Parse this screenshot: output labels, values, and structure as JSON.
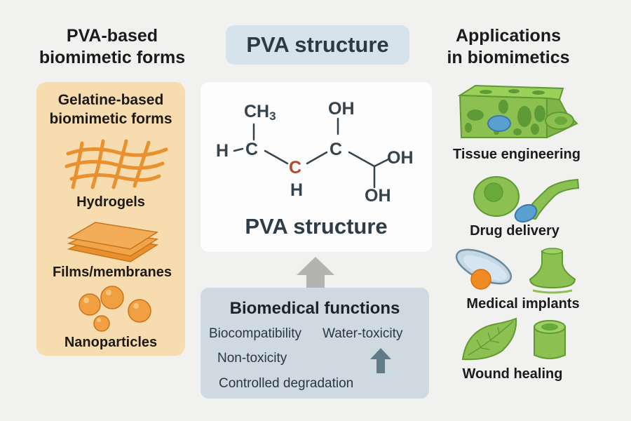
{
  "left_column": {
    "heading_line1": "PVA-based",
    "heading_line2": "biomimetic forms",
    "panel_title_line1": "Gelatine-based",
    "panel_title_line2": "biomimetic forms",
    "forms": [
      {
        "label": "Hydrogels",
        "icon": "mesh-icon"
      },
      {
        "label": "Films/membranes",
        "icon": "stacked-films-icon"
      },
      {
        "label": "Nanoparticles",
        "icon": "spheres-icon"
      }
    ],
    "accent_color": "#f0a040"
  },
  "center_column": {
    "title": "PVA structure",
    "structure_caption": "PVA structure",
    "atoms": {
      "ch3": "CH",
      "ch3_sub": "3",
      "h_left": "H",
      "c1": "C",
      "c_center": "C",
      "h_bottom": "H",
      "c2": "C",
      "oh_top": "OH",
      "oh_right": "OH",
      "oh_bottom": "OH"
    },
    "highlight_color": "#b54a32",
    "functions": {
      "title": "Biomedical functions",
      "items": [
        "Biocompatibility",
        "Water-toxicity",
        "Non-toxicity",
        "Controlled degradation"
      ]
    }
  },
  "right_column": {
    "heading_line1": "Applications",
    "heading_line2": "in biomimetics",
    "applications": [
      {
        "label": "Tissue engineering",
        "icon": "porous-scaffold-icon"
      },
      {
        "label": "Drug delivery",
        "icon": "cells-icon"
      },
      {
        "label": "Medical implants",
        "icon": "implant-icon"
      },
      {
        "label": "Wound healing",
        "icon": "leaf-dressing-icon"
      }
    ],
    "accent_color": "#8cc152"
  }
}
